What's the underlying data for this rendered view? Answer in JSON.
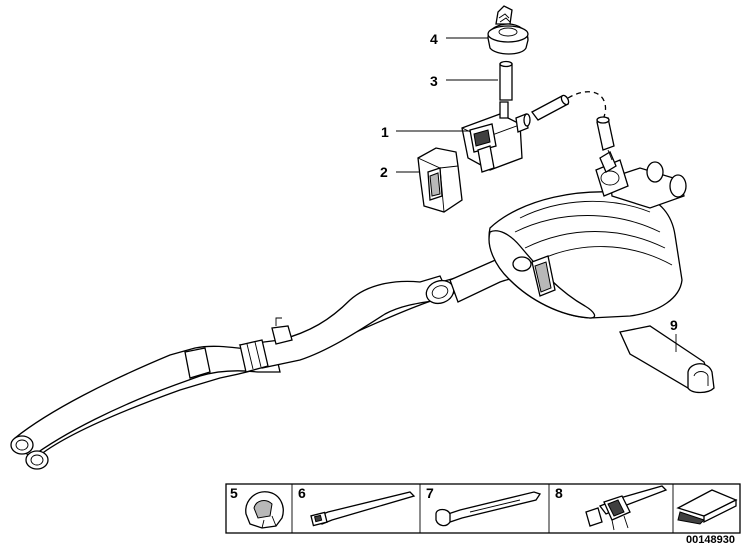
{
  "callouts": {
    "c1": "1",
    "c2": "2",
    "c3": "3",
    "c4": "4",
    "c5": "5",
    "c6": "6",
    "c7": "7",
    "c8": "8",
    "c9": "9"
  },
  "diagram_number": "00148930",
  "colors": {
    "line": "#000000",
    "background": "#ffffff",
    "shade": "#b8b8b8",
    "dark": "#404040"
  }
}
